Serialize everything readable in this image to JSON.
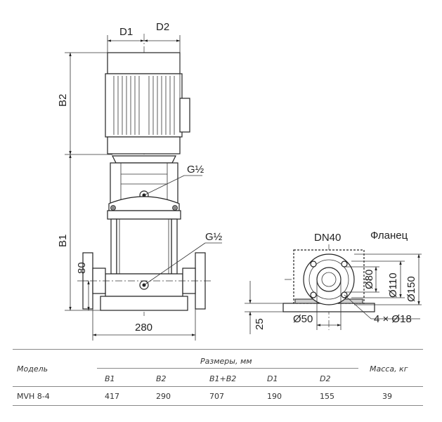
{
  "drawing": {
    "dims": {
      "d1": "D1",
      "d2": "D2",
      "b2": "B2",
      "b1": "B1",
      "h80": "80",
      "w280": "280",
      "h25": "25",
      "phi50": "Ø50",
      "phi80": "Ø80",
      "phi110": "Ø110",
      "phi150": "Ø150",
      "holes": "4 × Ø18"
    },
    "callouts": {
      "port_top": "G½",
      "port_bottom": "G½"
    },
    "flange": {
      "dn": "DN40",
      "title": "Фланец"
    }
  },
  "table": {
    "header_model": "Модель",
    "header_dims": "Размеры, мм",
    "header_mass": "Масса, кг",
    "columns": [
      "B1",
      "B2",
      "B1+B2",
      "D1",
      "D2"
    ],
    "rows": [
      {
        "model": "MVH 8-4",
        "values": [
          "417",
          "290",
          "707",
          "190",
          "155"
        ],
        "mass": "39"
      }
    ]
  }
}
